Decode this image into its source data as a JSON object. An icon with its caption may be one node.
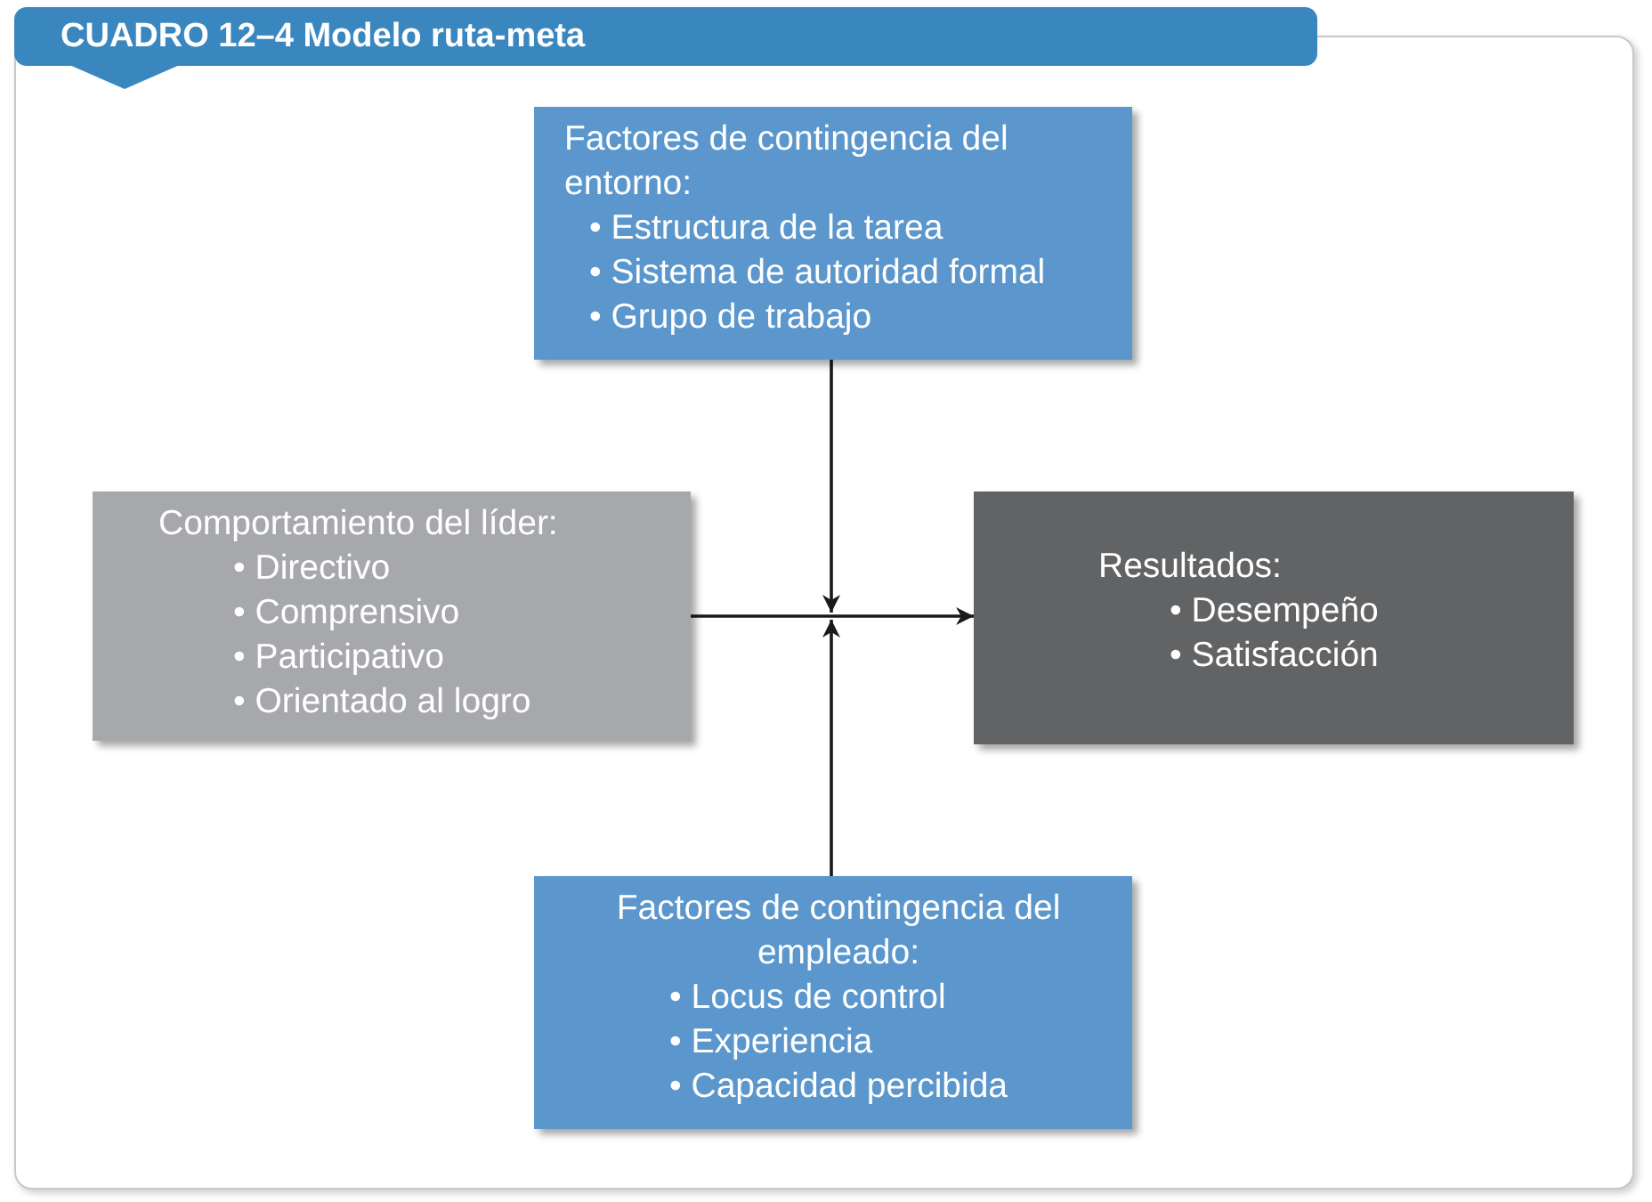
{
  "diagram": {
    "title": "CUADRO 12–4 Modelo ruta-meta",
    "nodes": [
      {
        "text": [
          "Factores de contingencia del entorno:",
          "• Estructura de la tarea",
          "• Sistema de autoridad formal",
          "• Grupo de trabajo"
        ]
      },
      {
        "text": [
          "Comportamiento del líder:",
          "• Directivo",
          "• Comprensivo",
          "• Participativo",
          "• Orientado al logro"
        ]
      },
      {
        "text": [
          "Resultados:",
          "• Desempeño",
          "• Satisfacción"
        ]
      },
      {
        "text": [
          "Factores de contingencia del empleado:",
          "• Locus de control",
          "• Experiencia",
          "• Capacidad percibida"
        ]
      }
    ],
    "edges": [
      {
        "from": 1,
        "to": 2,
        "arrow": "to"
      },
      {
        "from": 0,
        "to": null,
        "arrow": "to"
      },
      {
        "from": 3,
        "to": null,
        "arrow": "to"
      }
    ]
  }
}
